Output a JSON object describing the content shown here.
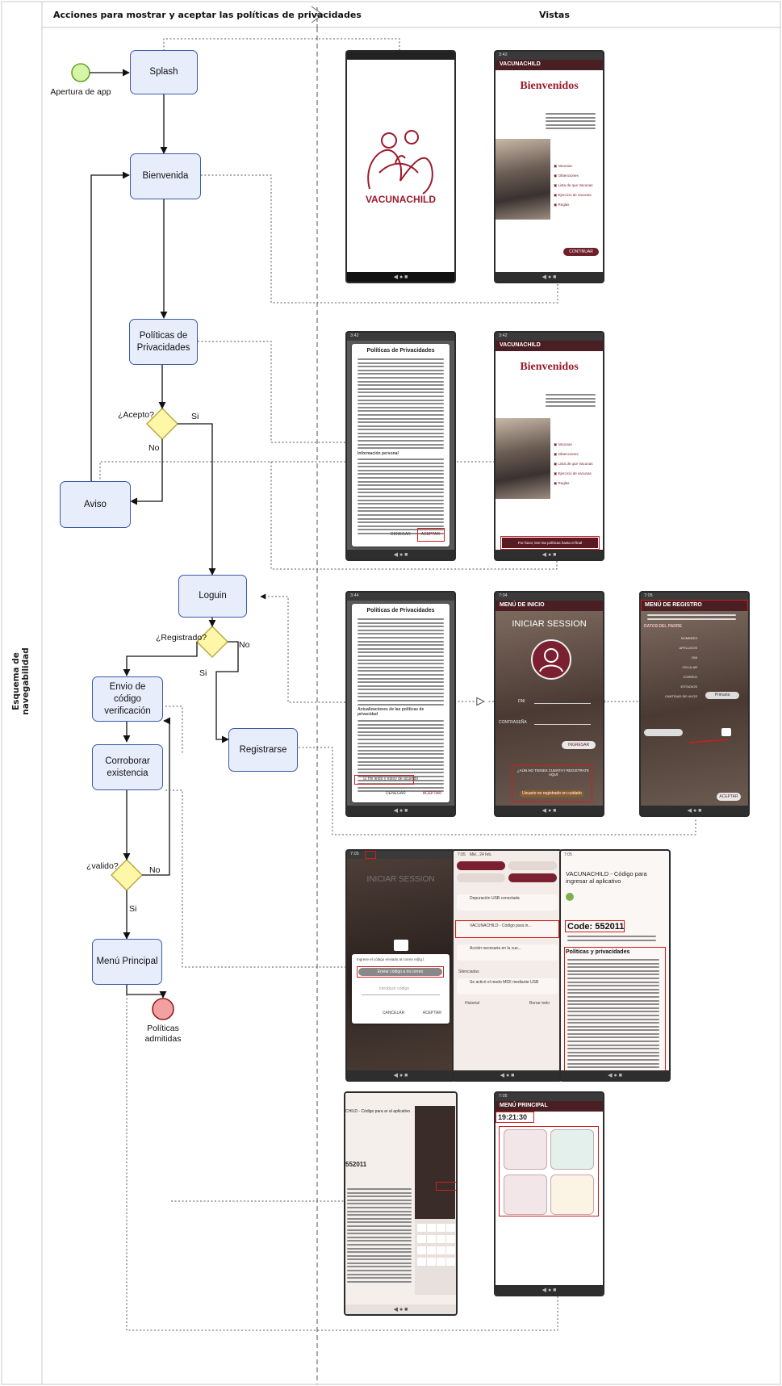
{
  "header": {
    "left_title": "Acciones para mostrar y aceptar las políticas de privacidades",
    "right_title": "Vistas",
    "vertical_label": "Esquema de navegabilidad"
  },
  "flow": {
    "start_label": "Apertura de app",
    "end_label": "Políticas admitidas",
    "tasks": {
      "splash": "Splash",
      "bienvenida": "Bienvenida",
      "politicas": "Políticas de Privacidades",
      "aviso": "Aviso",
      "loguin": "Loguin",
      "registrarse": "Registrarse",
      "envio": "Envio de código verificación",
      "corroborar": "Corroborar existencia",
      "menu": "Menú Principal"
    },
    "gateways": {
      "acepto": "¿Acepto?",
      "registrado": "¿Registrado?",
      "valido": "¿valido?"
    },
    "edge_labels": {
      "acepto_si": "Si",
      "acepto_no": "No",
      "registrado_no": "No",
      "registrado_si": "Si",
      "valido_no": "No",
      "valido_si": "Si"
    }
  },
  "screens": {
    "splash_brand": "VACUNACHILD",
    "welcome_bar": "VACUNACHILD",
    "welcome_title": "Bienvenidos",
    "welcome_menu": [
      "Vacunas",
      "Obtenciones",
      "Lista de que Vacunas",
      "Ejercicio de vacunas",
      "Reglas"
    ],
    "welcome_btn": "CONTINUAR",
    "policy_title": "Políticas de Privacidades",
    "policy_section": "Información personal",
    "policy_deny": "DENEGAR",
    "policy_accept": "ACEPTAR",
    "welcome_notice": "Por favor, leer las políticas hasta el final",
    "policy2_section": "Actualizaciones de las políticas de privacidad",
    "policy2_check": "He leído y estoy de acuerdo",
    "login_bar": "MENÚ DE INICIO",
    "login_title": "INICIAR SESSION",
    "login_field_dni": "DNI",
    "login_field_pwd": "CONTRASEÑA",
    "login_btn": "INGRESAR",
    "login_no_account": "¿AÚN NO TIENES CUENTA? REGISTRATE AQUÍ",
    "login_register_btn": "Usuario no registrado en cuidado",
    "register_bar": "MENÚ DE REGISTRO",
    "register_section": "DATOS DEL PADRE",
    "register_fields": [
      "NOMBRES",
      "APELLIDOS",
      "DNI",
      "CELULAR",
      "CORREO",
      "ESTUDIOS",
      "CANTIDAD DE HIJOS"
    ],
    "register_select": "Primaria",
    "register_btn": "ACEPTAR",
    "verify_prompt": "Ingrese el código enviado al correo e@g.l.",
    "verify_send_btn": "Enviar código a mi correo",
    "verify_input": "Introducir código",
    "verify_cancel": "CANCELAR",
    "verify_accept": "ACEPTAR",
    "notif_time": "7:05",
    "notif_date": "Mié., 24 feb.",
    "notif_items": [
      "Depuración USB conectada",
      "VACUNACHILD - Código para in...",
      "Acción necesaria en la cue...",
      "Se activó el modo MIDI mediante USB"
    ],
    "notif_section": "Silenciadas",
    "notif_history": "Historial",
    "notif_clear": "Borrar todo",
    "email_subject": "VACUNACHILD - Código para ingresar al aplicativo",
    "email_code": "Code: 552011",
    "email_policy_title": "Políticas y privacidades",
    "paste_code": "552011",
    "paste_subject": "CHILD - Código para ar al aplicativo",
    "main_bar": "MENÚ PRINCIPAL",
    "main_clock": "19:21:30"
  },
  "colors": {
    "task_fill": "#e7edfb",
    "task_stroke": "#3a5aa8",
    "gateway_fill": "#fff7a8",
    "start_fill": "#d6f5a6",
    "end_fill": "#f2a0a0",
    "brand": "#9b1b2c",
    "highlight": "#d01d1d"
  }
}
